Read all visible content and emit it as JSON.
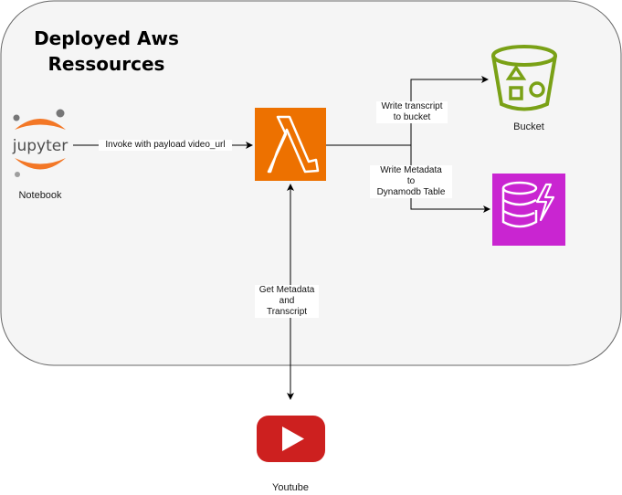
{
  "title": "Deployed Aws Ressources",
  "nodes": {
    "notebook": {
      "icon": "jupyter-logo-icon",
      "label": "Notebook",
      "logo_text": "jupyter",
      "color": "#F37726"
    },
    "lambda": {
      "icon": "aws-lambda-icon",
      "color": "#ED7100"
    },
    "bucket": {
      "icon": "s3-bucket-icon",
      "label": "Bucket",
      "color": "#7AA116"
    },
    "dynamodb": {
      "icon": "dynamodb-table-icon",
      "color": "#C925D1"
    },
    "youtube": {
      "icon": "youtube-logo-icon",
      "label": "Youtube",
      "color": "#CD201F"
    }
  },
  "edges": {
    "invoke": "Invoke with payload video_url",
    "write_transcript": [
      "Write transcript",
      "to bucket"
    ],
    "write_metadata": [
      "Write Metadata",
      "to",
      "Dynamodb Table"
    ],
    "get_metadata": [
      "Get Metadata",
      "and",
      "Transcript"
    ]
  }
}
